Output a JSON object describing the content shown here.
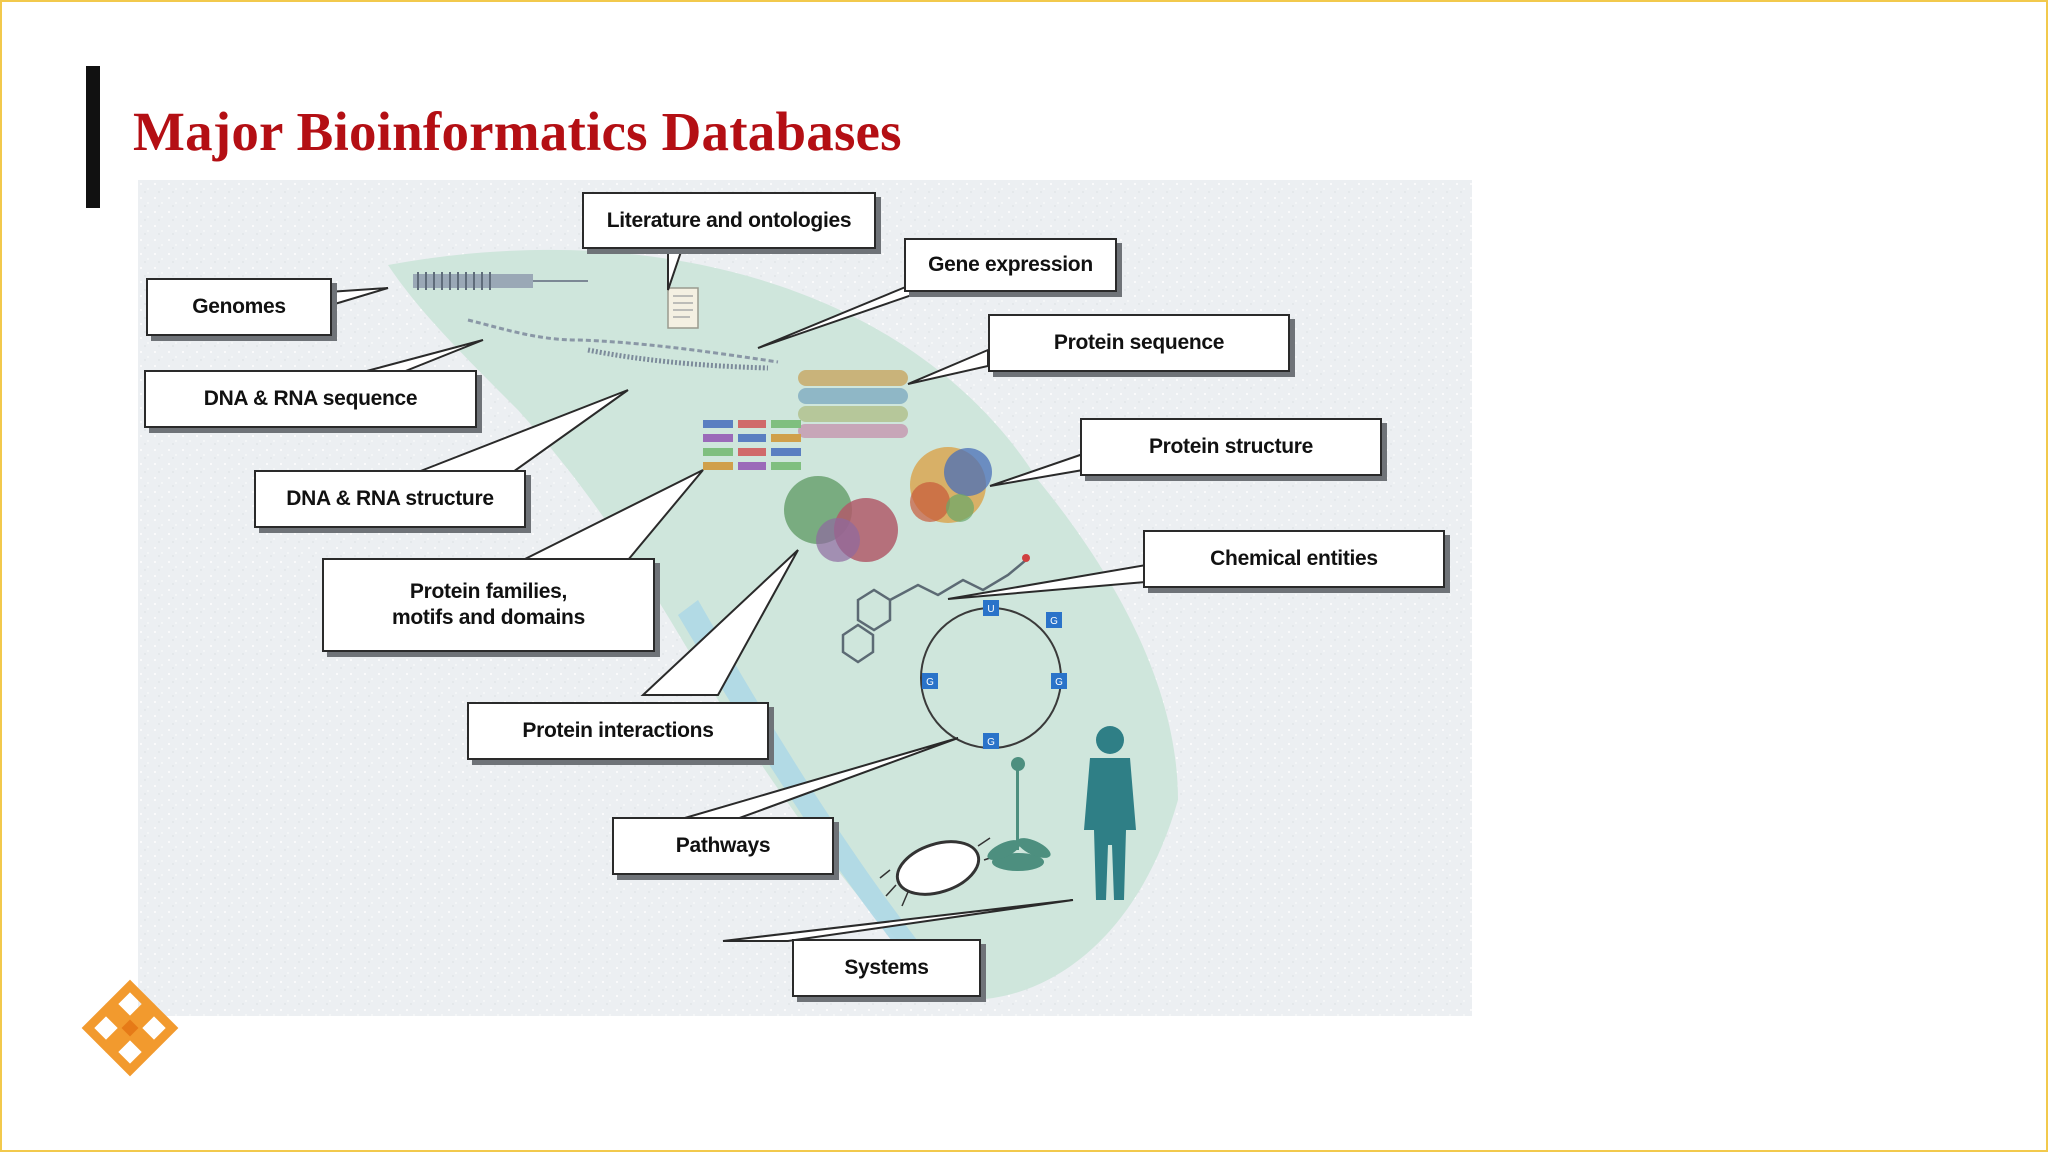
{
  "slide": {
    "title": "Major Bioinformatics Databases"
  },
  "colors": {
    "title": "#b40f14",
    "frame": "#f2c94c",
    "band": "#cfe6dc",
    "human_figure": "#2f7f86",
    "node_blue": "#2a73c9",
    "logo_orange": "#f29a2e"
  },
  "diagram": {
    "labels": {
      "literature": "Literature and ontologies",
      "gene_expression": "Gene expression",
      "genomes": "Genomes",
      "protein_sequence": "Protein sequence",
      "dna_rna_sequence": "DNA & RNA sequence",
      "protein_structure": "Protein structure",
      "dna_rna_structure": "DNA & RNA structure",
      "chemical_entities": "Chemical entities",
      "protein_families": "Protein families,\nmotifs and domains",
      "protein_interactions": "Protein interactions",
      "pathways": "Pathways",
      "systems": "Systems"
    },
    "pathway_nodes": [
      "U",
      "G",
      "G",
      "G",
      "G"
    ]
  }
}
